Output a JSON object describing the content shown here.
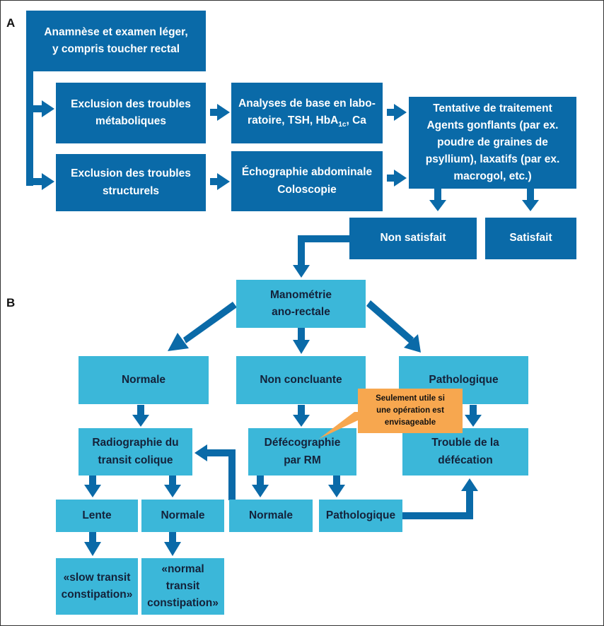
{
  "colors": {
    "dark_box": "#0a6aa8",
    "light_box": "#3bb7d9",
    "note": "#f7a74f"
  },
  "section_a": {
    "label": "A",
    "anamnese": "Anamnèse et examen léger,\ny compris toucher rectal",
    "excl_metab": "Exclusion des troubles\nmétaboliques",
    "excl_struct": "Exclusion des troubles\nstructurels",
    "labo_line1": "Analyses de base en labo-",
    "labo_line2_pre": "ratoire, TSH, HbA",
    "labo_sub": "1c",
    "labo_post": ", Ca",
    "echo": "Échographie abdominale\nColoscopie",
    "tentative": "Tentative de traitement\nAgents gonflants (par ex.\npoudre de graines de\npsyllium), laxatifs (par ex.\nmacrogol, etc.)",
    "non_satisfait": "Non satisfait",
    "satisfait": "Satisfait"
  },
  "section_b": {
    "label": "B",
    "manometrie": "Manométrie\nano-rectale",
    "normale": "Normale",
    "non_concluante": "Non concluante",
    "pathologique": "Pathologique",
    "radiographie": "Radiographie du\ntransit colique",
    "defecographie": "Défécographie\npar RM",
    "trouble": "Trouble de la\ndéfécation",
    "lente": "Lente",
    "normale_radio": "Normale",
    "normale_defeco": "Normale",
    "pathologique_defeco": "Pathologique",
    "slow": "«slow transit\nconstipation»",
    "normal_transit": "«normal\ntransit\nconstipation»",
    "note": "Seulement utile si\nune opération est\nenvisageable"
  }
}
